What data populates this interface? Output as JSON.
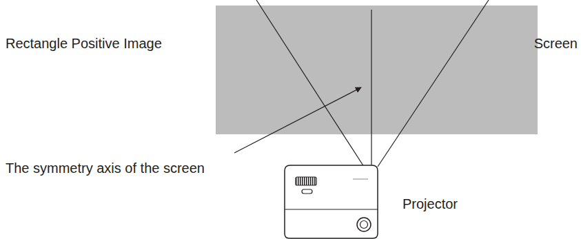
{
  "diagram": {
    "labels": [
      "Rectangle Positive Image",
      "Screen",
      "The symmetry axis of the screen",
      "Projector"
    ]
  }
}
